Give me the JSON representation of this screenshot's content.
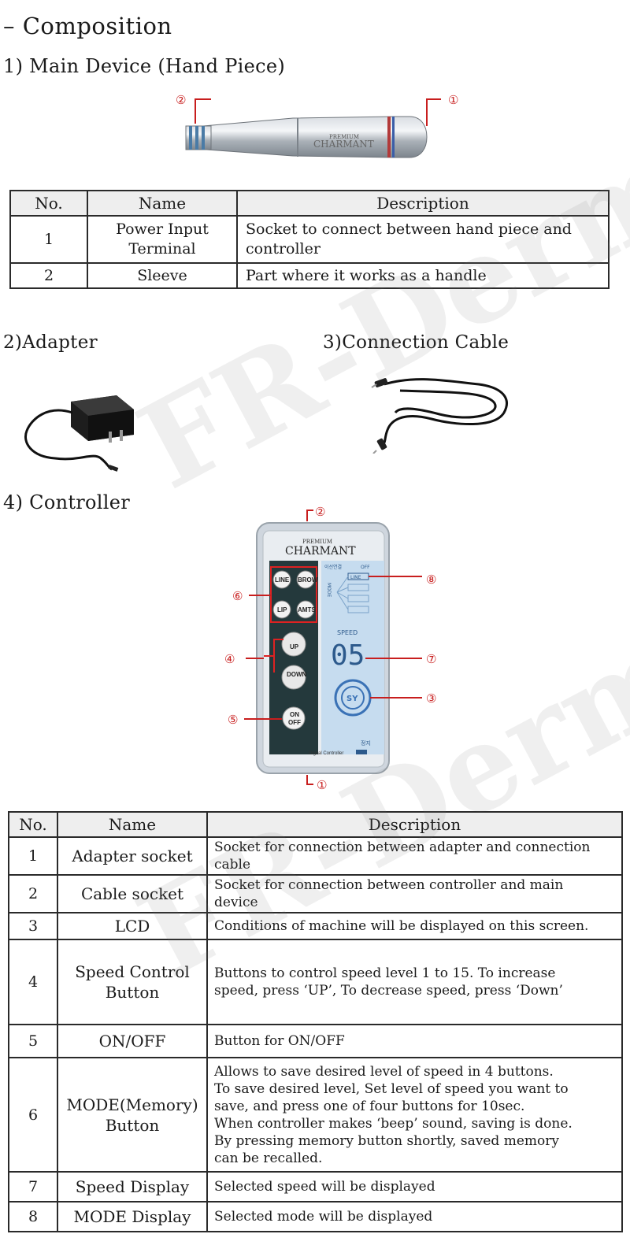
{
  "heading": "– Composition",
  "sections": {
    "main_device": "1) Main Device (Hand Piece)",
    "adapter": "2)Adapter",
    "cable": "3)Connection Cable",
    "controller": "4) Controller"
  },
  "handpiece": {
    "brand_top": "PREMIUM",
    "brand": "CHARMANT",
    "callouts": [
      "①",
      "②"
    ]
  },
  "table1": {
    "headers": [
      "No.",
      "Name",
      "Description"
    ],
    "rows": [
      {
        "no": "1",
        "name": "Power Input\nTerminal",
        "desc": "Socket to connect between hand piece and\ncontroller"
      },
      {
        "no": "2",
        "name": "Sleeve",
        "desc": "Part where it works as a handle"
      }
    ]
  },
  "controller": {
    "brand_top": "PREMIUM",
    "brand": "CHARMANT",
    "buttons": [
      "LINE",
      "BROW",
      "LIP",
      "AMTS",
      "UP",
      "DOWN",
      "ON",
      "OFF"
    ],
    "lcd": {
      "top_left": "이선연결",
      "top_right": "OFF",
      "mode_label": "MODE",
      "mode_value": "LINE",
      "speed_label": "SPEED",
      "speed_value": "05",
      "logo": "SY",
      "bottom": "정지"
    },
    "footer": "Digital Controller",
    "callouts": [
      "①",
      "②",
      "③",
      "④",
      "⑤",
      "⑥",
      "⑦",
      "⑧"
    ]
  },
  "table2": {
    "headers": [
      "No.",
      "Name",
      "Description"
    ],
    "rows": [
      {
        "no": "1",
        "name": "Adapter socket",
        "desc": "Socket for connection between adapter and connection\ncable"
      },
      {
        "no": "2",
        "name": "Cable socket",
        "desc": "Socket for connection between controller and main\ndevice"
      },
      {
        "no": "3",
        "name": "LCD",
        "desc": "Conditions of machine will be displayed on this screen."
      },
      {
        "no": "4",
        "name": "Speed Control\nButton",
        "desc": "Buttons to control speed level 1 to 15. To increase\nspeed, press ‘UP’, To decrease speed, press ‘Down’"
      },
      {
        "no": "5",
        "name": "ON/OFF",
        "desc": "Button for ON/OFF"
      },
      {
        "no": "6",
        "name": "MODE(Memory)\nButton",
        "desc": "Allows to save desired level of speed in 4 buttons.\nTo save desired level, Set level of speed you want to\nsave, and press one of four buttons for 10sec.\nWhen controller makes ‘beep’ sound, saving is done.\nBy pressing memory button shortly, saved memory\ncan be recalled."
      },
      {
        "no": "7",
        "name": "Speed Display",
        "desc": "Selected speed will be displayed"
      },
      {
        "no": "8",
        "name": "MODE Display",
        "desc": "Selected mode will be displayed"
      }
    ]
  },
  "watermark": "FR-Derma"
}
